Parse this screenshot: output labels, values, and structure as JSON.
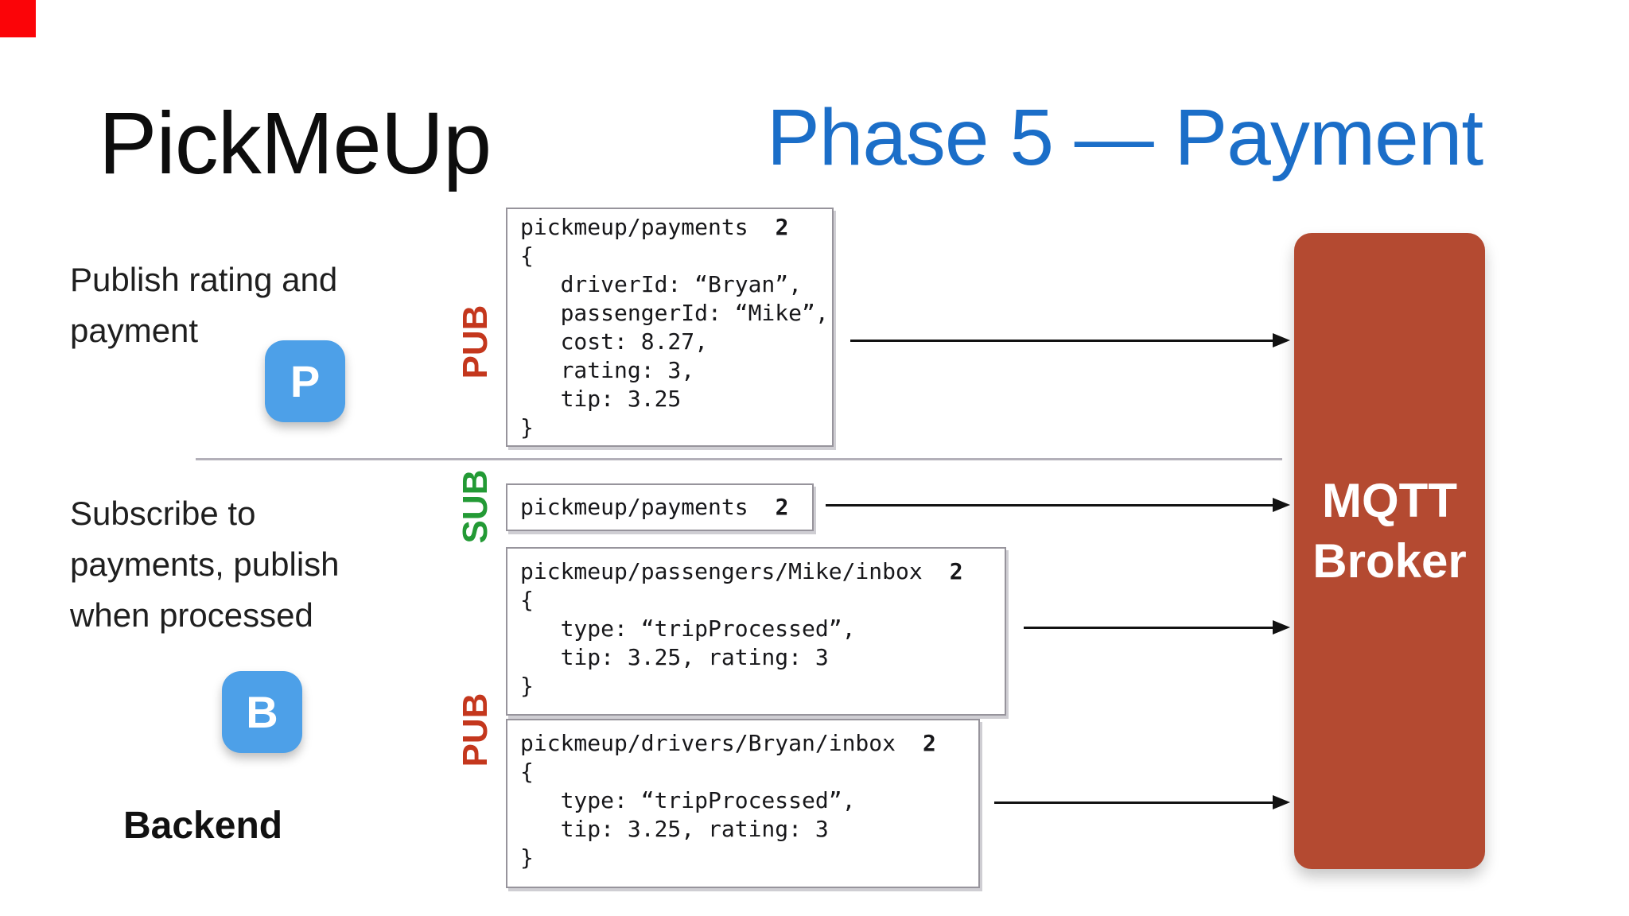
{
  "slide": {
    "background": "#ffffff",
    "corner_badge_color": "#fb0408"
  },
  "header": {
    "app_title": "PickMeUp",
    "phase_title": "Phase 5 — Payment",
    "phase_title_color": "#1b6ec8"
  },
  "publisher_section": {
    "caption_line1": "Publish rating and",
    "caption_line2": "payment",
    "badge_letter": "P",
    "badge_color": "#4da0e8",
    "pub_label": "PUB",
    "pub_color": "#c4371d"
  },
  "subscriber_section": {
    "caption_line1": "Subscribe to",
    "caption_line2": "payments, publish",
    "caption_line3": "when processed",
    "badge_letter": "B",
    "badge_color": "#4da0e8",
    "sub_label": "SUB",
    "sub_color": "#239a35",
    "pub_label": "PUB",
    "pub_color": "#c4371d",
    "backend_label": "Backend"
  },
  "messages": [
    {
      "topic": "pickmeup/payments",
      "qos": "2",
      "body": [
        "{",
        "   driverId: “Bryan”,",
        "   passengerId: “Mike”,",
        "   cost: 8.27,",
        "   rating: 3,",
        "   tip: 3.25",
        "}"
      ]
    },
    {
      "topic": "pickmeup/payments",
      "qos": "2",
      "body": []
    },
    {
      "topic": "pickmeup/passengers/Mike/inbox",
      "qos": "2",
      "body": [
        "{",
        "   type: “tripProcessed”,",
        "   tip: 3.25, rating: 3",
        "}"
      ]
    },
    {
      "topic": "pickmeup/drivers/Bryan/inbox",
      "qos": "2",
      "body": [
        "{",
        "   type: “tripProcessed”,",
        "   tip: 3.25, rating: 3",
        "}"
      ]
    }
  ],
  "broker": {
    "name_line1": "MQTT",
    "name_line2": "Broker",
    "color": "#b44a31"
  }
}
